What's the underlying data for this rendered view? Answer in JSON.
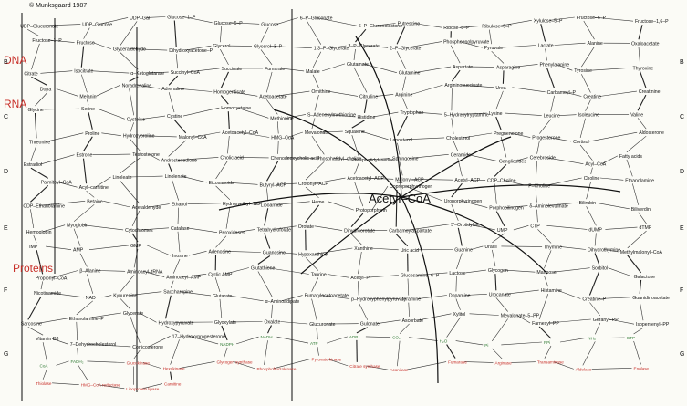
{
  "copyright": "© Munksgaard 1987",
  "row_letters": [
    "B",
    "C",
    "D",
    "E",
    "F",
    "G"
  ],
  "section_titles": [
    "DNA",
    "RNA",
    "Proteins"
  ],
  "hub_label": "Acetyl–CoA",
  "nodes": [
    {
      "t": "UDP–Glucuronate",
      "c": "k"
    },
    {
      "t": "UDP–Glucose",
      "c": "k"
    },
    {
      "t": "UDP–Gal",
      "c": "k"
    },
    {
      "t": "Glucose–1–P",
      "c": "k"
    },
    {
      "t": "Glucose–6–P",
      "c": "k"
    },
    {
      "t": "Glucose",
      "c": "k"
    },
    {
      "t": "6–P–Gluconate",
      "c": "k"
    },
    {
      "t": "6–P–Gluconolactone",
      "c": "k"
    },
    {
      "t": "Putrescine",
      "c": "k"
    },
    {
      "t": "Ribose–5–P",
      "c": "k"
    },
    {
      "t": "Ribulose–5–P",
      "c": "k"
    },
    {
      "t": "Xylulose–5–P",
      "c": "k"
    },
    {
      "t": "Fructose–6–P",
      "c": "k"
    },
    {
      "t": "Fructose–1,6–P",
      "c": "k"
    },
    {
      "t": "Fructose–1–P",
      "c": "k"
    },
    {
      "t": "Fructose",
      "c": "k"
    },
    {
      "t": "Glyceraldehyde",
      "c": "k"
    },
    {
      "t": "Dihydroxyacetone–P",
      "c": "k"
    },
    {
      "t": "Glycerol",
      "c": "k"
    },
    {
      "t": "Glycerol–3–P",
      "c": "k"
    },
    {
      "t": "1,3–P–Glycerate",
      "c": "k"
    },
    {
      "t": "3–P–Glycerate",
      "c": "k"
    },
    {
      "t": "2–P–Glycerate",
      "c": "k"
    },
    {
      "t": "Phosphoenolpyruvate",
      "c": "k"
    },
    {
      "t": "Pyruvate",
      "c": "k"
    },
    {
      "t": "Lactate",
      "c": "k"
    },
    {
      "t": "Alanine",
      "c": "k"
    },
    {
      "t": "Oxaloacetate",
      "c": "k"
    },
    {
      "t": "Citrate",
      "c": "k"
    },
    {
      "t": "Isocitrate",
      "c": "k"
    },
    {
      "t": "α–Ketoglutarate",
      "c": "k"
    },
    {
      "t": "Succinyl–CoA",
      "c": "k"
    },
    {
      "t": "Succinate",
      "c": "k"
    },
    {
      "t": "Fumarate",
      "c": "k"
    },
    {
      "t": "Malate",
      "c": "k"
    },
    {
      "t": "Glutamate",
      "c": "k"
    },
    {
      "t": "Glutamine",
      "c": "k"
    },
    {
      "t": "Aspartate",
      "c": "k"
    },
    {
      "t": "Asparagine",
      "c": "k"
    },
    {
      "t": "Phenylalanine",
      "c": "k"
    },
    {
      "t": "Tyrosine",
      "c": "k"
    },
    {
      "t": "Thyroxine",
      "c": "k"
    },
    {
      "t": "Dopa",
      "c": "k"
    },
    {
      "t": "Melanin",
      "c": "k"
    },
    {
      "t": "Noradrenaline",
      "c": "k"
    },
    {
      "t": "Adrenaline",
      "c": "k"
    },
    {
      "t": "Homogentisate",
      "c": "k"
    },
    {
      "t": "Acetoacetate",
      "c": "k"
    },
    {
      "t": "Ornithine",
      "c": "k"
    },
    {
      "t": "Citrulline",
      "c": "k"
    },
    {
      "t": "Arginine",
      "c": "k"
    },
    {
      "t": "Argininosuccinate",
      "c": "k"
    },
    {
      "t": "Urea",
      "c": "k"
    },
    {
      "t": "Carbamoyl–P",
      "c": "k"
    },
    {
      "t": "Creatine",
      "c": "k"
    },
    {
      "t": "Creatinine",
      "c": "k"
    },
    {
      "t": "Glycine",
      "c": "k"
    },
    {
      "t": "Serine",
      "c": "k"
    },
    {
      "t": "Cysteine",
      "c": "k"
    },
    {
      "t": "Cystine",
      "c": "k"
    },
    {
      "t": "Homocysteine",
      "c": "k"
    },
    {
      "t": "Methionine",
      "c": "k"
    },
    {
      "t": "S–Adenosylmethionine",
      "c": "k"
    },
    {
      "t": "Histidine",
      "c": "k"
    },
    {
      "t": "Tryptophan",
      "c": "k"
    },
    {
      "t": "5–Hydroxytryptamine",
      "c": "k"
    },
    {
      "t": "Lysine",
      "c": "k"
    },
    {
      "t": "Leucine",
      "c": "k"
    },
    {
      "t": "Isoleucine",
      "c": "k"
    },
    {
      "t": "Valine",
      "c": "k"
    },
    {
      "t": "Threonine",
      "c": "k"
    },
    {
      "t": "Proline",
      "c": "k"
    },
    {
      "t": "Hydroxyproline",
      "c": "k"
    },
    {
      "t": "Malonyl–CoA",
      "c": "k"
    },
    {
      "t": "Acetoacetyl–CoA",
      "c": "k"
    },
    {
      "t": "HMG–CoA",
      "c": "k"
    },
    {
      "t": "Mevalonate",
      "c": "k"
    },
    {
      "t": "Squalene",
      "c": "k"
    },
    {
      "t": "Lanosterol",
      "c": "k"
    },
    {
      "t": "Cholesterol",
      "c": "k"
    },
    {
      "t": "Pregnenolone",
      "c": "k"
    },
    {
      "t": "Progesterone",
      "c": "k"
    },
    {
      "t": "Cortisol",
      "c": "k"
    },
    {
      "t": "Aldosterone",
      "c": "k"
    },
    {
      "t": "Estradiol",
      "c": "k"
    },
    {
      "t": "Estrone",
      "c": "k"
    },
    {
      "t": "Testosterone",
      "c": "k"
    },
    {
      "t": "Androstenedione",
      "c": "k"
    },
    {
      "t": "Cholic acid",
      "c": "k"
    },
    {
      "t": "Chenodeoxycholic acid",
      "c": "k"
    },
    {
      "t": "Phosphatidyl–choline",
      "c": "k"
    },
    {
      "t": "Phosphatidyl–serine",
      "c": "k"
    },
    {
      "t": "Sphingosine",
      "c": "k"
    },
    {
      "t": "Ceramide",
      "c": "k"
    },
    {
      "t": "Gangliosides",
      "c": "k"
    },
    {
      "t": "Cerebroside",
      "c": "k"
    },
    {
      "t": "Acyl–CoA",
      "c": "k"
    },
    {
      "t": "Fatty acids",
      "c": "k"
    },
    {
      "t": "Palmitoyl–CoA",
      "c": "k"
    },
    {
      "t": "Acyl–carnitine",
      "c": "k"
    },
    {
      "t": "Linoleate",
      "c": "k"
    },
    {
      "t": "Linolenate",
      "c": "k"
    },
    {
      "t": "Eicosanoids",
      "c": "k"
    },
    {
      "t": "Butyryl–ACP",
      "c": "k"
    },
    {
      "t": "Crotonyl–ACP",
      "c": "k"
    },
    {
      "t": "Acetoacetyl–ACP",
      "c": "k"
    },
    {
      "t": "Malonyl–ACP",
      "c": "k"
    },
    {
      "t": "Acetyl–ACP",
      "c": "k"
    },
    {
      "t": "CDP–Choline",
      "c": "k"
    },
    {
      "t": "P–Choline",
      "c": "k"
    },
    {
      "t": "Choline",
      "c": "k"
    },
    {
      "t": "Ethanolamine",
      "c": "k"
    },
    {
      "t": "CDP–Ethanolamine",
      "c": "k"
    },
    {
      "t": "Betaine",
      "c": "k"
    },
    {
      "t": "Acetaldehyde",
      "c": "k"
    },
    {
      "t": "Ethanol",
      "c": "k"
    },
    {
      "t": "Hydroxyethyl–TPP",
      "c": "k"
    },
    {
      "t": "Lipoamide",
      "c": "k"
    },
    {
      "t": "Heme",
      "c": "k"
    },
    {
      "t": "Protoporphyrin",
      "c": "k"
    },
    {
      "t": "Coproporphyrinogen",
      "c": "k"
    },
    {
      "t": "Uroporphyrinogen",
      "c": "k"
    },
    {
      "t": "Porphobilinogen",
      "c": "k"
    },
    {
      "t": "δ–Aminolevulinate",
      "c": "k"
    },
    {
      "t": "Bilirubin",
      "c": "k"
    },
    {
      "t": "Biliverdin",
      "c": "k"
    },
    {
      "t": "Hemoglobin",
      "c": "k"
    },
    {
      "t": "Myoglobin",
      "c": "k"
    },
    {
      "t": "Cytochromes",
      "c": "k"
    },
    {
      "t": "Catalase",
      "c": "k"
    },
    {
      "t": "Peroxidases",
      "c": "k"
    },
    {
      "t": "Tetrahydrofolate",
      "c": "k"
    },
    {
      "t": "Orotate",
      "c": "k"
    },
    {
      "t": "Dihydroorotate",
      "c": "k"
    },
    {
      "t": "Carbamoylaspartate",
      "c": "k"
    },
    {
      "t": "5'–Orotidylate",
      "c": "k"
    },
    {
      "t": "UMP",
      "c": "k"
    },
    {
      "t": "CTP",
      "c": "k"
    },
    {
      "t": "dUMP",
      "c": "k"
    },
    {
      "t": "dTMP",
      "c": "k"
    },
    {
      "t": "IMP",
      "c": "k"
    },
    {
      "t": "AMP",
      "c": "k"
    },
    {
      "t": "GMP",
      "c": "k"
    },
    {
      "t": "Inosine",
      "c": "k"
    },
    {
      "t": "Adenosine",
      "c": "k"
    },
    {
      "t": "Guanosine",
      "c": "k"
    },
    {
      "t": "Hypoxanthine",
      "c": "k"
    },
    {
      "t": "Xanthine",
      "c": "k"
    },
    {
      "t": "Uric acid",
      "c": "k"
    },
    {
      "t": "Guanine",
      "c": "k"
    },
    {
      "t": "Uracil",
      "c": "k"
    },
    {
      "t": "Thymine",
      "c": "k"
    },
    {
      "t": "Dihydrothymine",
      "c": "k"
    },
    {
      "t": "Methylmalonyl–CoA",
      "c": "k"
    },
    {
      "t": "Propionyl–CoA",
      "c": "k"
    },
    {
      "t": "β–Alanine",
      "c": "k"
    },
    {
      "t": "Aminoacyl–tRNA",
      "c": "k"
    },
    {
      "t": "Aminoacyl–AMP",
      "c": "k"
    },
    {
      "t": "Cyclic AMP",
      "c": "k"
    },
    {
      "t": "Glutathione",
      "c": "k"
    },
    {
      "t": "Taurine",
      "c": "k"
    },
    {
      "t": "Acetyl–P",
      "c": "k"
    },
    {
      "t": "Glucosamine–6–P",
      "c": "k"
    },
    {
      "t": "Lactose",
      "c": "k"
    },
    {
      "t": "Glycogen",
      "c": "k"
    },
    {
      "t": "Mannose",
      "c": "k"
    },
    {
      "t": "Sorbitol",
      "c": "k"
    },
    {
      "t": "Galactose",
      "c": "k"
    },
    {
      "t": "Nicotinamide",
      "c": "k"
    },
    {
      "t": "NAD",
      "c": "k"
    },
    {
      "t": "Kynurenine",
      "c": "k"
    },
    {
      "t": "Saccharopine",
      "c": "k"
    },
    {
      "t": "Glutarate",
      "c": "k"
    },
    {
      "t": "α–Aminoadipate",
      "c": "k"
    },
    {
      "t": "Fumarylacetoacetate",
      "c": "k"
    },
    {
      "t": "p–Hydroxyphenylpyruvate",
      "c": "k"
    },
    {
      "t": "Tyramine",
      "c": "k"
    },
    {
      "t": "Dopamine",
      "c": "k"
    },
    {
      "t": "Urocanate",
      "c": "k"
    },
    {
      "t": "Histamine",
      "c": "k"
    },
    {
      "t": "Creatine–P",
      "c": "k"
    },
    {
      "t": "Guanidinoacetate",
      "c": "k"
    },
    {
      "t": "Sarcosine",
      "c": "k"
    },
    {
      "t": "Ethanolamine–P",
      "c": "k"
    },
    {
      "t": "Glycerate",
      "c": "k"
    },
    {
      "t": "Hydroxypyruvate",
      "c": "k"
    },
    {
      "t": "Glyoxylate",
      "c": "k"
    },
    {
      "t": "Oxalate",
      "c": "k"
    },
    {
      "t": "Glucuronate",
      "c": "k"
    },
    {
      "t": "Gulonate",
      "c": "k"
    },
    {
      "t": "Ascorbate",
      "c": "k"
    },
    {
      "t": "Xylitol",
      "c": "k"
    },
    {
      "t": "Mevalonate–5–PP",
      "c": "k"
    },
    {
      "t": "Farnesyl–PP",
      "c": "k"
    },
    {
      "t": "Geranyl–PP",
      "c": "k"
    },
    {
      "t": "Isopentenyl–PP",
      "c": "k"
    },
    {
      "t": "Vitamin D3",
      "c": "k"
    },
    {
      "t": "7–Dehydrocholesterol",
      "c": "k"
    },
    {
      "t": "Corticosterone",
      "c": "k"
    },
    {
      "t": "17–Hydroxyprogesterone",
      "c": "k"
    },
    {
      "t": "NADPH",
      "c": "g"
    },
    {
      "t": "NADH",
      "c": "g"
    },
    {
      "t": "ATP",
      "c": "g"
    },
    {
      "t": "ADP",
      "c": "g"
    },
    {
      "t": "CO₂",
      "c": "g"
    },
    {
      "t": "H₂O",
      "c": "g"
    },
    {
      "t": "Pi",
      "c": "g"
    },
    {
      "t": "PPi",
      "c": "g"
    },
    {
      "t": "NH₃",
      "c": "g"
    },
    {
      "t": "GTP",
      "c": "g"
    },
    {
      "t": "CoA",
      "c": "g"
    },
    {
      "t": "FADH₂",
      "c": "g"
    },
    {
      "t": "Glucokinase",
      "c": "r"
    },
    {
      "t": "Hexokinase",
      "c": "r"
    },
    {
      "t": "Glycogen synthase",
      "c": "r"
    },
    {
      "t": "Phosphofructokinase",
      "c": "r"
    },
    {
      "t": "Pyruvate kinase",
      "c": "r"
    },
    {
      "t": "Citrate synthase",
      "c": "r"
    },
    {
      "t": "Aconitase",
      "c": "r"
    },
    {
      "t": "Fumarase",
      "c": "r"
    },
    {
      "t": "Arginase",
      "c": "r"
    },
    {
      "t": "Transaminase",
      "c": "r"
    },
    {
      "t": "Aldolase",
      "c": "r"
    },
    {
      "t": "Enolase",
      "c": "r"
    },
    {
      "t": "Thiolase",
      "c": "r"
    },
    {
      "t": "HMG–CoA reductase",
      "c": "r"
    },
    {
      "t": "Lipoprotein lipase",
      "c": "r"
    },
    {
      "t": "Carnitine",
      "c": "r"
    }
  ]
}
